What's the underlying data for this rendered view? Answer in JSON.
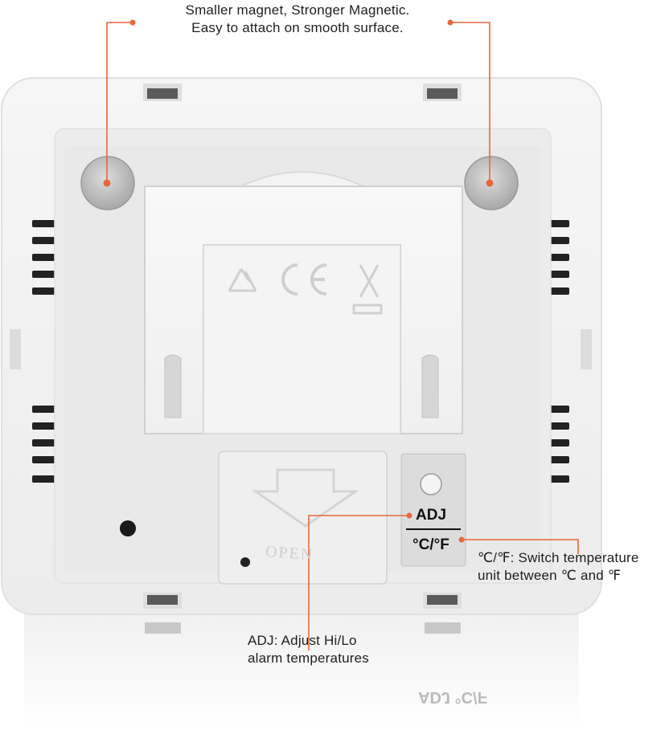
{
  "callouts": {
    "magnet": {
      "line1": "Smaller magnet, Stronger Magnetic.",
      "line2": "Easy to attach on smooth surface."
    },
    "unit_switch": {
      "line1": "℃/℉: Switch temperature",
      "line2": "unit between ℃ and ℉"
    },
    "adjust": {
      "line1": "ADJ: Adjust Hi/Lo",
      "line2": "alarm temperatures"
    }
  },
  "device": {
    "adj_label": "ADJ",
    "unit_label": "°C/°F",
    "battery_cover_label": "OPEN",
    "reflection_text": "ADJ °C/F"
  },
  "colors": {
    "leader_line": "#e8683a",
    "body": "#f2f2f2",
    "panel": "#eaeaea"
  }
}
